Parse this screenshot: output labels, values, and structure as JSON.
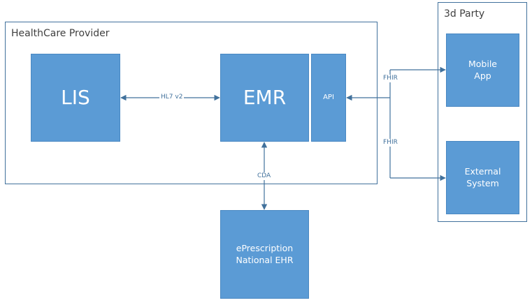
{
  "containers": {
    "provider": {
      "label": "HealthCare Provider"
    },
    "third_party": {
      "label": "3d Party"
    }
  },
  "nodes": {
    "lis": {
      "label": "LIS"
    },
    "emr": {
      "label": "EMR"
    },
    "api": {
      "label": "API"
    },
    "mobile_app": {
      "label": "Mobile\nApp"
    },
    "external_system": {
      "label": "External\nSystem"
    },
    "eprescription": {
      "label": "ePrescription\nNational EHR"
    }
  },
  "edges": {
    "lis_emr": {
      "label": "HL7 v2"
    },
    "emr_eprescription": {
      "label": "CDA"
    },
    "api_mobile": {
      "label": "FHIR"
    },
    "api_external": {
      "label": "FHIR"
    }
  },
  "colors": {
    "node_fill": "#5b9bd5",
    "border": "#41719c",
    "text": "#404040"
  }
}
